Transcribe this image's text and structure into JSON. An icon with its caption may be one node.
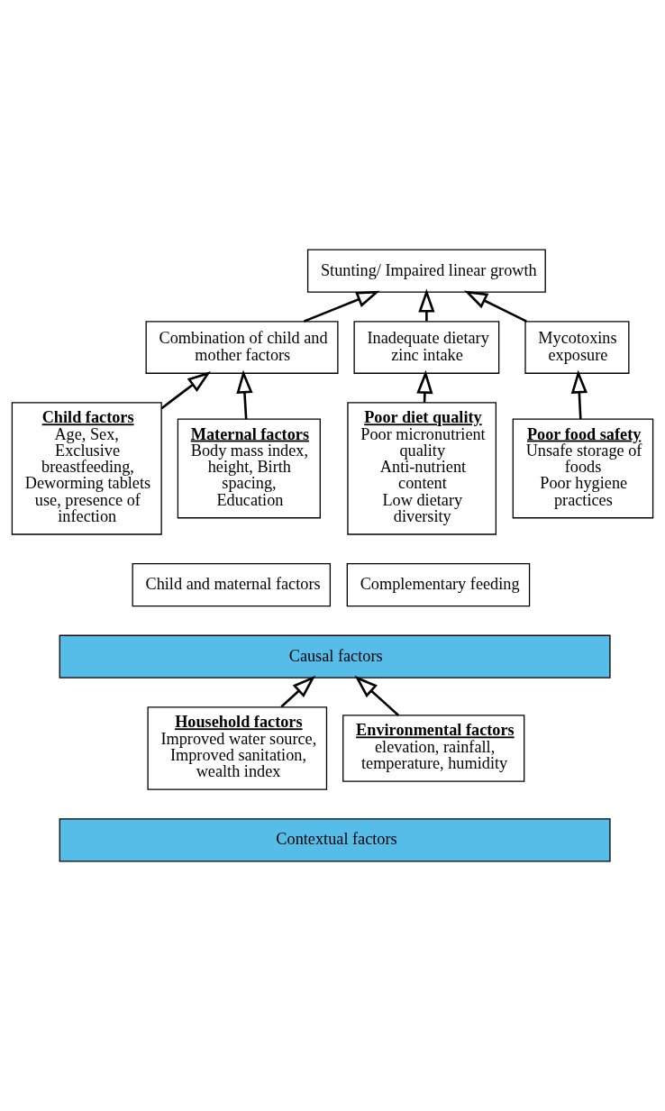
{
  "diagram": {
    "nodes": [
      {
        "text": [
          "Stunting/ Impaired linear growth"
        ]
      },
      {
        "text": [
          "Combination of child and mother factors"
        ]
      },
      {
        "text": [
          "Inadequate dietary zinc intake"
        ]
      },
      {
        "text": [
          "Mycotoxins exposure"
        ]
      },
      {
        "text": [
          "Child factors",
          "Age, Sex, Exclusive breastfeeding, Deworming tablets use, presence of infection"
        ]
      },
      {
        "text": [
          "Maternal factors",
          "Body mass index, height, Birth spacing, Education"
        ]
      },
      {
        "text": [
          "Poor diet quality",
          "Poor micronutrient quality",
          "Anti-nutrient content",
          "Low dietary diversity"
        ]
      },
      {
        "text": [
          "Poor food safety",
          "Unsafe storage of foods",
          "Poor hygiene practices"
        ]
      },
      {
        "text": [
          "Child and maternal factors"
        ]
      },
      {
        "text": [
          "Complementary feeding"
        ]
      },
      {
        "text": [
          "Causal factors"
        ]
      },
      {
        "text": [
          "Household factors",
          "Improved water source, Improved sanitation, wealth index"
        ]
      },
      {
        "text": [
          "Environmental factors",
          "elevation, rainfall, temperature, humidity"
        ]
      },
      {
        "text": [
          "Contextual factors"
        ]
      }
    ],
    "edges": [
      {
        "from": 1,
        "to": 0,
        "arrow": "to"
      },
      {
        "from": 2,
        "to": 0,
        "arrow": "to"
      },
      {
        "from": 3,
        "to": 0,
        "arrow": "to"
      },
      {
        "from": 4,
        "to": 1,
        "arrow": "to"
      },
      {
        "from": 5,
        "to": 1,
        "arrow": "to"
      },
      {
        "from": 6,
        "to": 2,
        "arrow": "to"
      },
      {
        "from": 7,
        "to": 3,
        "arrow": "to"
      },
      {
        "from": 11,
        "to": 10,
        "arrow": "to"
      },
      {
        "from": 12,
        "to": 10,
        "arrow": "to"
      }
    ]
  }
}
